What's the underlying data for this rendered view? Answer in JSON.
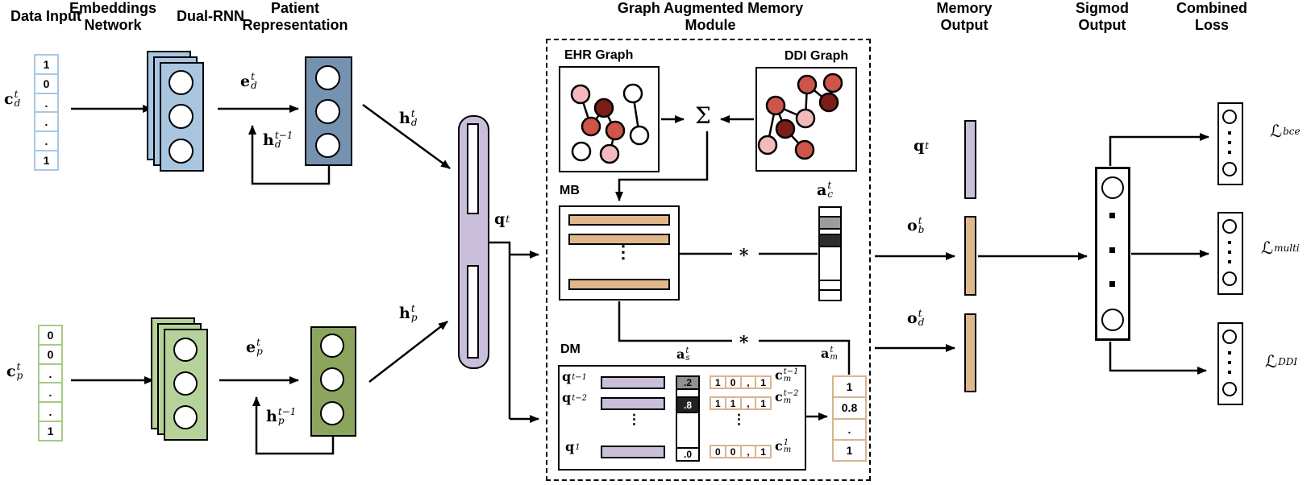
{
  "headers": {
    "data_input": "Data Input",
    "embeddings_1": "Embeddings",
    "embeddings_2": "Network",
    "dual_rnn": "Dual-RNN",
    "patient_1": "Patient",
    "patient_2": "Representation",
    "gamm_1": "Graph Augmented Memory",
    "gamm_2": "Module",
    "memory_1": "Memory",
    "memory_2": "Output",
    "sigmod_1": "Sigmod",
    "sigmod_2": "Output",
    "loss_1": "Combined",
    "loss_2": "Loss"
  },
  "vectors": {
    "drug": [
      "1",
      "0",
      ".",
      ".",
      ".",
      "1"
    ],
    "procedure": [
      "0",
      "0",
      ".",
      ".",
      ".",
      "1"
    ]
  },
  "labels": {
    "cd": {
      "base": "c",
      "sup": "t",
      "sub": "d"
    },
    "cp": {
      "base": "c",
      "sup": "t",
      "sub": "p"
    },
    "ed": {
      "base": "e",
      "sup": "t",
      "sub": "d"
    },
    "ep": {
      "base": "e",
      "sup": "t",
      "sub": "p"
    },
    "hd_prev": {
      "base": "h",
      "sup": "t−1",
      "sub": "d"
    },
    "hp_prev": {
      "base": "h",
      "sup": "t−1",
      "sub": "p"
    },
    "hd": {
      "base": "h",
      "sup": "t",
      "sub": "d"
    },
    "hp": {
      "base": "h",
      "sup": "t",
      "sub": "p"
    },
    "qt": {
      "base": "q",
      "sup": "t",
      "sub": ""
    },
    "qt_mem": {
      "base": "q",
      "sup": "t",
      "sub": ""
    },
    "ob": {
      "base": "o",
      "sup": "t",
      "sub": "b"
    },
    "od": {
      "base": "o",
      "sup": "t",
      "sub": "d"
    },
    "ac": {
      "base": "a",
      "sup": "t",
      "sub": "c"
    },
    "as_": {
      "base": "a",
      "sup": "t",
      "sub": "s"
    },
    "am": {
      "base": "a",
      "sup": "t",
      "sub": "m"
    },
    "loss_bce": {
      "base": "ℒ",
      "sup": "",
      "sub": "bce"
    },
    "loss_multi": {
      "base": "ℒ",
      "sup": "",
      "sub": "multi"
    },
    "loss_ddi": {
      "base": "ℒ",
      "sup": "",
      "sub": "DDI"
    }
  },
  "module": {
    "ehr_graph": "EHR Graph",
    "ddi_graph": "DDI Graph",
    "sum_symbol": "Σ",
    "star_symbol": "∗",
    "mb_label": "MB",
    "dm_label": "DM",
    "ellipsis": "⋮",
    "as_values": [
      ".2",
      ".8",
      ".0"
    ],
    "am_values": [
      "1",
      "0.8",
      ".",
      "1"
    ],
    "cm_rows": [
      [
        "1",
        "0",
        ",",
        "1"
      ],
      [
        "1",
        "1",
        ",",
        "1"
      ],
      [
        "0",
        "0",
        ",",
        "1"
      ]
    ],
    "dm_q_labels": [
      {
        "base": "q",
        "sup": "t−1",
        "sub": ""
      },
      {
        "base": "q",
        "sup": "t−2",
        "sub": ""
      },
      {
        "base": "q",
        "sup": "1",
        "sub": ""
      }
    ],
    "cm_labels": [
      {
        "base": "c",
        "sup": "t−1",
        "sub": "m"
      },
      {
        "base": "c",
        "sup": "t−2",
        "sub": "m"
      },
      {
        "base": "c",
        "sup": "1",
        "sub": "m"
      }
    ]
  },
  "colors": {
    "embedding_blue": "#a9c6e1",
    "rnn_blue": "#7592b0",
    "input_cell_border_blue": "#a9c8e6",
    "embedding_green": "#b6d29a",
    "rnn_green": "#8ba55e",
    "input_cell_border_green": "#a5cb89",
    "patient_purple": "#c9bfdb",
    "memory_tan": "#deb88c",
    "tan_cell_border": "#d8b48e",
    "graph_node_red": "#cf544a",
    "graph_node_dark_red": "#7d1d17",
    "graph_node_pink": "#f4b9bc",
    "attention_gray": "#909090",
    "attention_dark": "#222222"
  }
}
